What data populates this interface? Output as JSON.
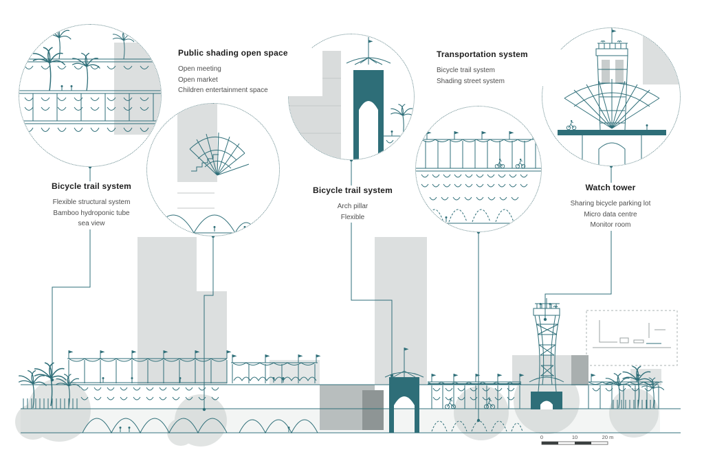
{
  "colors": {
    "accent_teal": "#2e6e78",
    "building_light": "#dcdfdf",
    "building_mid": "#b8bebe",
    "building_dark": "#8e9595",
    "tree_blob_grey": "#c9cecd"
  },
  "callouts": {
    "bicycle_trail_left": {
      "title": "Bicycle trail system",
      "lines": [
        "Flexible structural system",
        "Bamboo hydroponic tube",
        "sea view"
      ]
    },
    "public_shading": {
      "title": "Public shading open space",
      "lines": [
        "Open meeting",
        "Open market",
        "Children entertainment space"
      ]
    },
    "bicycle_trail_center": {
      "title": "Bicycle trail system",
      "lines": [
        "Arch pillar",
        "Flexible"
      ]
    },
    "transportation": {
      "title": "Transportation system",
      "lines": [
        "Bicycle trail system",
        "Shading street system"
      ]
    },
    "watch_tower": {
      "title": "Watch tower",
      "lines": [
        "Sharing bicycle parking lot",
        "Micro data centre",
        "Monitor room"
      ]
    }
  },
  "scale_bar": {
    "labels": [
      "0",
      "10",
      "20 m"
    ]
  }
}
